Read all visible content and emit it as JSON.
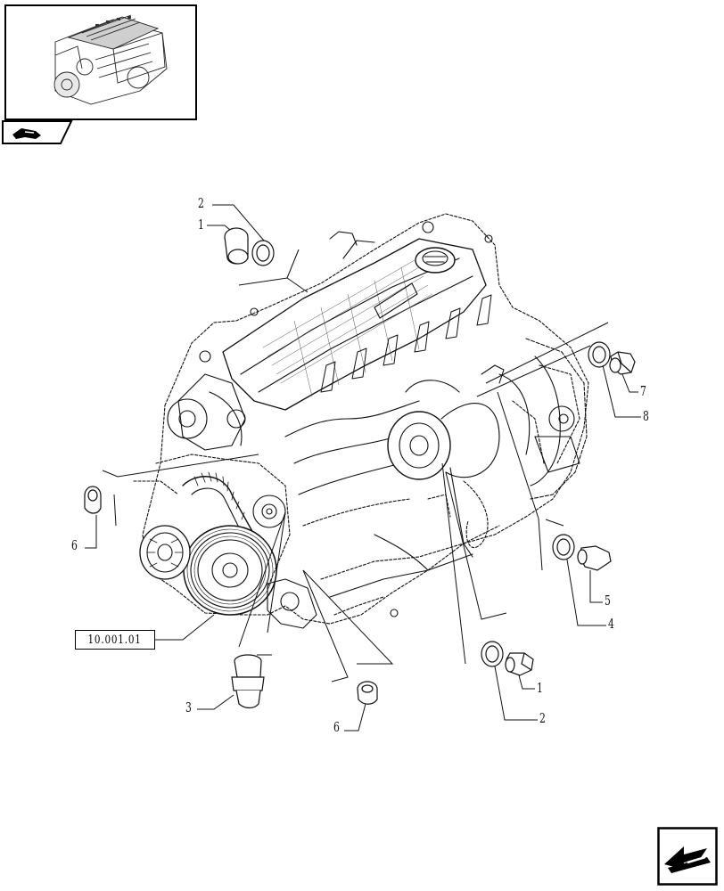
{
  "reference_box": {
    "label": "10.001.01"
  },
  "callouts": [
    {
      "id": "c-2-top",
      "text": "2"
    },
    {
      "id": "c-1-top",
      "text": "1"
    },
    {
      "id": "c-7",
      "text": "7"
    },
    {
      "id": "c-8",
      "text": "8"
    },
    {
      "id": "c-6-left",
      "text": "6"
    },
    {
      "id": "c-5",
      "text": "5"
    },
    {
      "id": "c-4",
      "text": "4"
    },
    {
      "id": "c-1-bottom",
      "text": "1"
    },
    {
      "id": "c-2-bottom",
      "text": "2"
    },
    {
      "id": "c-3",
      "text": "3"
    },
    {
      "id": "c-6-bottom",
      "text": "6"
    }
  ],
  "icons": {
    "thumbnail": "engine-thumbnail-icon",
    "tab": "book-tab-icon",
    "next": "next-page-arrow-icon"
  },
  "colors": {
    "line": "#000000",
    "background": "#ffffff"
  }
}
